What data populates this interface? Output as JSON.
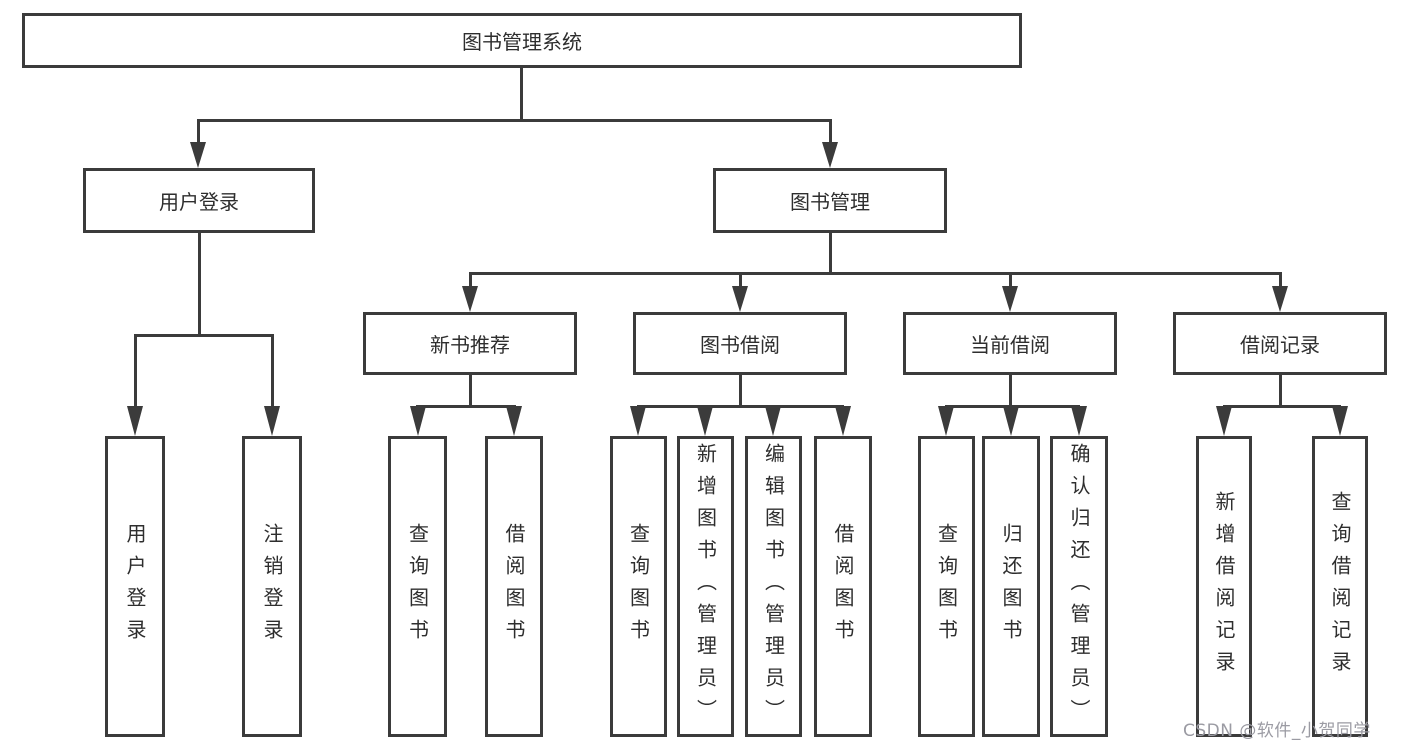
{
  "diagram": {
    "root": {
      "label": "图书管理系统"
    },
    "level1": [
      {
        "label": "用户登录"
      },
      {
        "label": "图书管理"
      }
    ],
    "level2": [
      {
        "label": "新书推荐"
      },
      {
        "label": "图书借阅"
      },
      {
        "label": "当前借阅"
      },
      {
        "label": "借阅记录"
      }
    ],
    "leaves": {
      "user_login": [
        {
          "label": "用户登录"
        },
        {
          "label": "注销登录"
        }
      ],
      "new_book": [
        {
          "label": "查询图书"
        },
        {
          "label": "借阅图书"
        }
      ],
      "book_borrow": [
        {
          "label": "查询图书"
        },
        {
          "label": "新增图书（管理员）"
        },
        {
          "label": "编辑图书（管理员）"
        },
        {
          "label": "借阅图书"
        }
      ],
      "current_borrow": [
        {
          "label": "查询图书"
        },
        {
          "label": "归还图书"
        },
        {
          "label": "确认归还（管理员）"
        }
      ],
      "borrow_record": [
        {
          "label": "新增借阅记录"
        },
        {
          "label": "查询借阅记录"
        }
      ]
    },
    "watermark": "CSDN @软件_小贺同学",
    "appearance": {
      "line_color": "#3b3b3b",
      "text_color": "#2e2e2e",
      "background_color": "#ffffff",
      "watermark_color": "#9b9ba3"
    }
  }
}
